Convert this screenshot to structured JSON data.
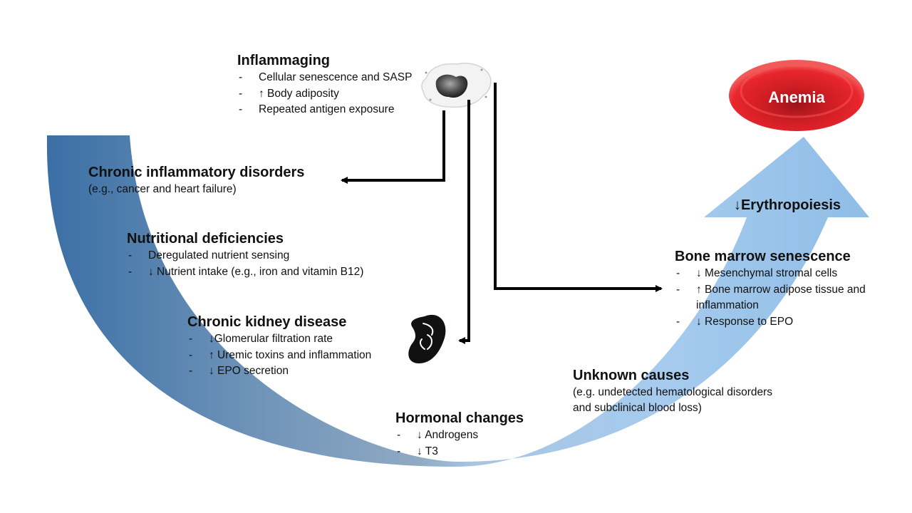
{
  "anemia_label": "Anemia",
  "erythropoiesis_label": "↓Erythropoiesis",
  "inflammaging": {
    "title": "Inflammaging",
    "items": [
      "Cellular senescence and SASP",
      "↑ Body adiposity",
      "Repeated antigen exposure"
    ]
  },
  "chronic_inflammatory": {
    "title": "Chronic inflammatory disorders",
    "subtitle": "(e.g., cancer and heart failure)"
  },
  "nutritional": {
    "title": "Nutritional deficiencies",
    "items": [
      "Deregulated nutrient sensing",
      "↓ Nutrient intake (e.g., iron and vitamin B12)"
    ]
  },
  "kidney": {
    "title": "Chronic kidney disease",
    "items": [
      "↓Glomerular filtration rate",
      "↑ Uremic toxins and inflammation",
      "↓ EPO secretion"
    ]
  },
  "hormonal": {
    "title": "Hormonal changes",
    "items": [
      "↓ Androgens",
      "↓ T3"
    ]
  },
  "bone_marrow": {
    "title": "Bone marrow senescence",
    "items": [
      "↓ Mesenchymal stromal cells",
      "↑ Bone marrow adipose tissue and inflammation",
      "↓ Response to EPO"
    ]
  },
  "unknown": {
    "title": "Unknown causes",
    "subtitle_lines": [
      "(e.g. undetected hematological disorders",
      "and subclinical blood loss)"
    ]
  },
  "colors": {
    "arc_dark": "#3f72a6",
    "arc_mid": "#7c9bbb",
    "arc_light_blue": "#b9d6f2",
    "arrow_blue": "#9cc4e8",
    "anemia_red": "#e2232a",
    "anemia_dark_red": "#a3161c"
  }
}
